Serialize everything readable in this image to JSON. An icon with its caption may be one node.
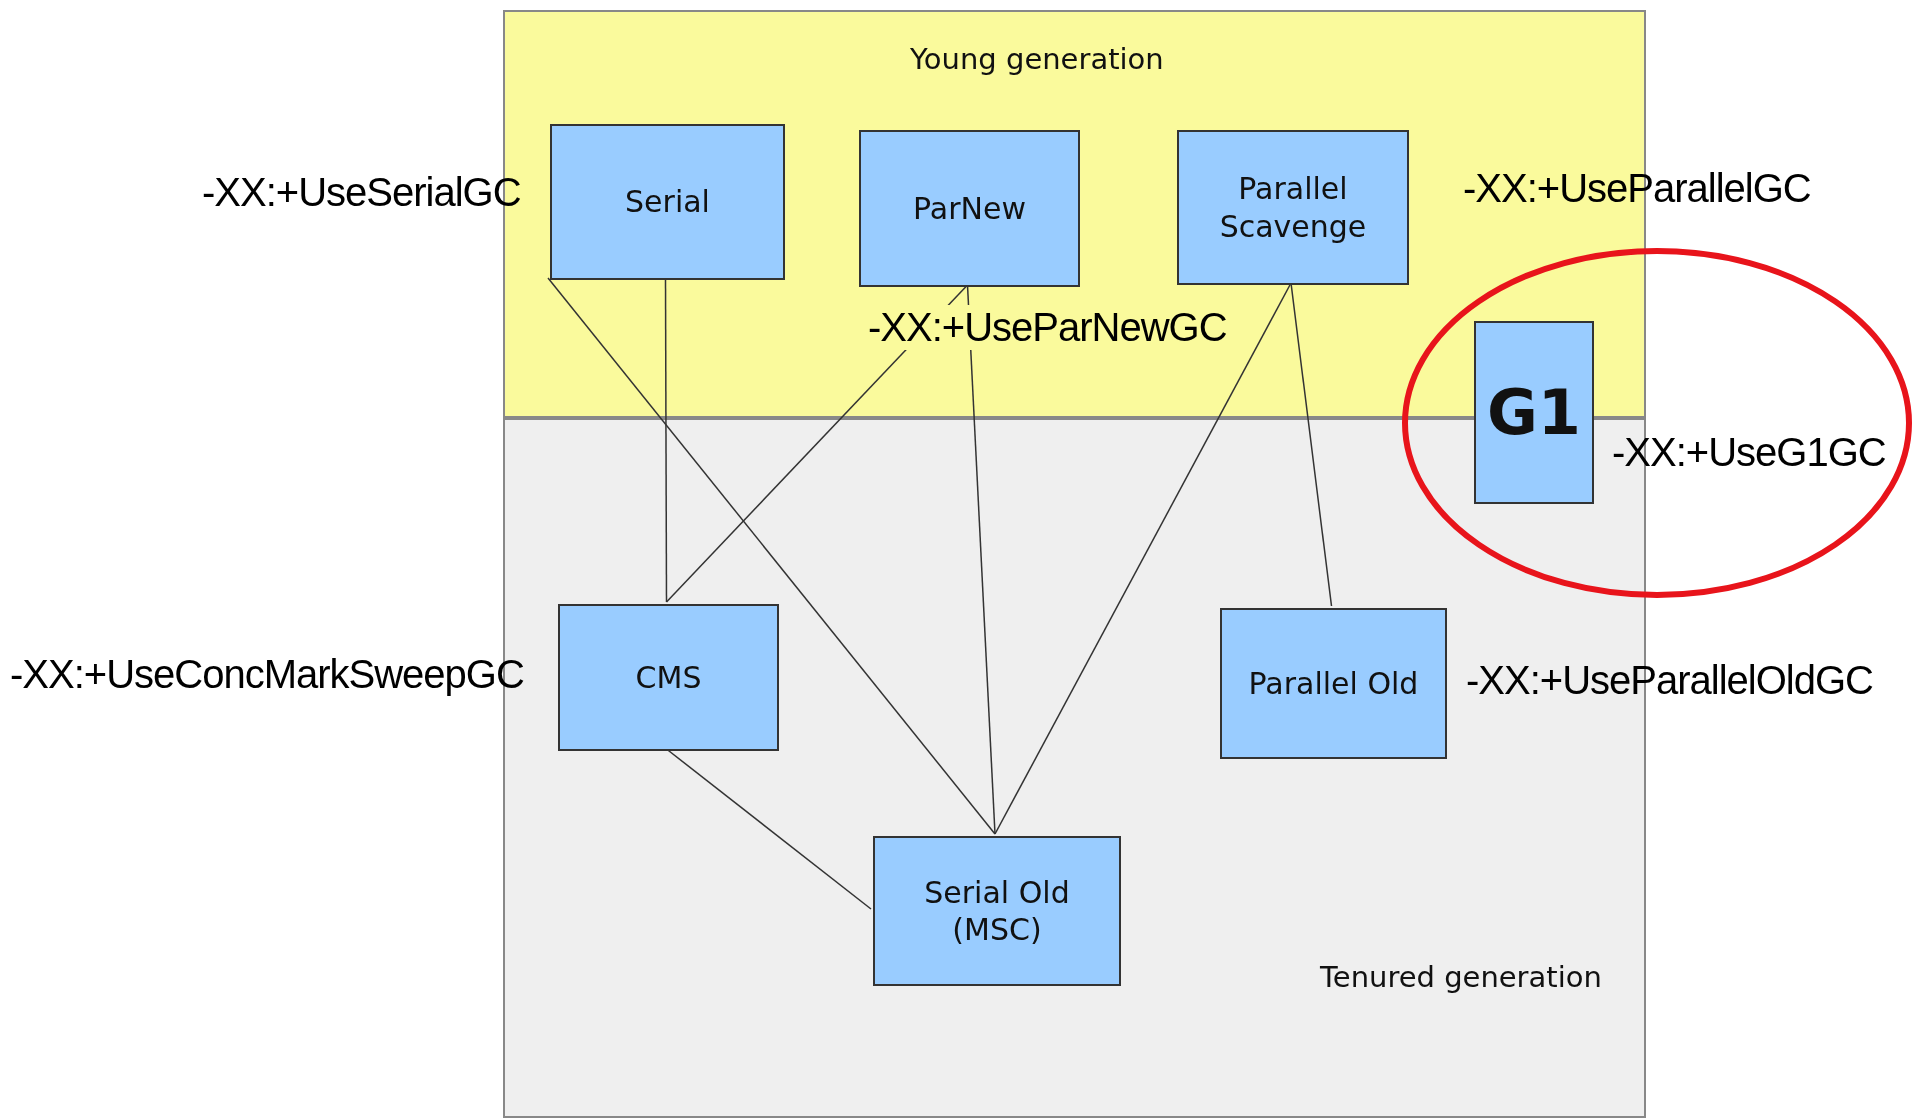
{
  "diagram": {
    "nodes": [
      {
        "text": [
          "Young generation"
        ]
      },
      {
        "text": [
          "Serial"
        ],
        "in": 0,
        "beside": [
          "-XX:+UseSerialGC"
        ]
      },
      {
        "text": [
          "ParNew"
        ],
        "in": 0,
        "beside": [
          "-XX:+UseParNewGC"
        ]
      },
      {
        "text": [
          "Parallel Scavenge"
        ],
        "in": 0,
        "beside": [
          "-XX:+UseParallelGC"
        ]
      },
      {
        "text": [
          "G1"
        ],
        "beside": [
          "-XX:+UseG1GC"
        ]
      },
      {
        "text": [
          "Tenured generation"
        ]
      },
      {
        "text": [
          "CMS"
        ],
        "in": 5,
        "beside": [
          "-XX:+UseConcMarkSweepGC"
        ]
      },
      {
        "text": [
          "Parallel Old"
        ],
        "in": 5,
        "beside": [
          "-XX:+UseParallelOldGC"
        ]
      },
      {
        "text": [
          "Serial Old (MSC)"
        ],
        "in": 5
      }
    ],
    "edges": [
      {
        "from": 1,
        "to": 6,
        "arrow": "none"
      },
      {
        "from": 1,
        "to": 8,
        "arrow": "none"
      },
      {
        "from": 2,
        "to": 6,
        "arrow": "none"
      },
      {
        "from": 2,
        "to": 8,
        "arrow": "none"
      },
      {
        "from": 3,
        "to": 8,
        "arrow": "none"
      },
      {
        "from": 3,
        "to": 7,
        "arrow": "none"
      },
      {
        "from": 6,
        "to": 8,
        "arrow": "none"
      }
    ]
  }
}
